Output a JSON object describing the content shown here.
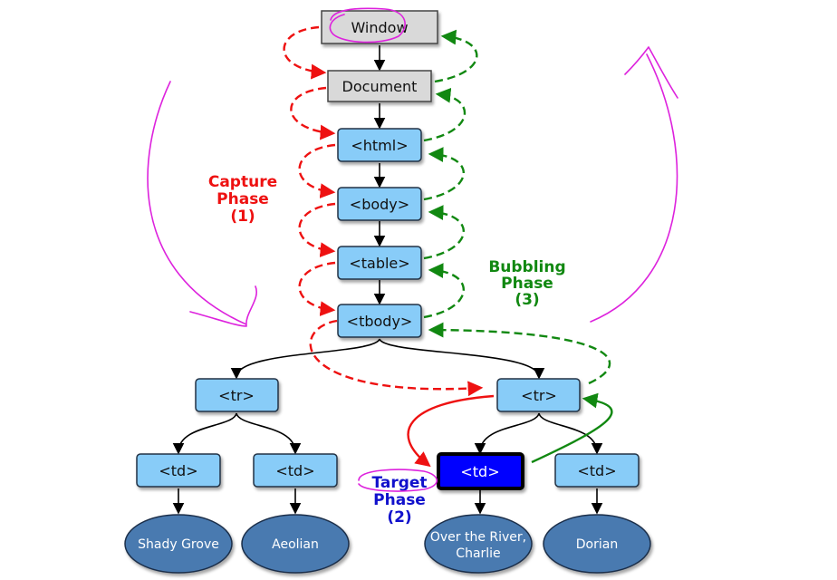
{
  "nodes": {
    "window": "Window",
    "document": "Document",
    "html": "<html>",
    "body": "<body>",
    "table": "<table>",
    "tbody": "<tbody>",
    "tr_left": "<tr>",
    "tr_right": "<tr>",
    "td_1": "<td>",
    "td_2": "<td>",
    "td_target": "<td>",
    "td_4": "<td>"
  },
  "leaves": {
    "leaf_1": "Shady Grove",
    "leaf_2": "Aeolian",
    "leaf_3_line1": "Over the River,",
    "leaf_3_line2": "Charlie",
    "leaf_4": "Dorian"
  },
  "phases": {
    "capture": {
      "line1": "Capture",
      "line2": "Phase",
      "line3": "(1)"
    },
    "target": {
      "line1": "Target",
      "line2": "Phase",
      "line3": "(2)"
    },
    "bubbling": {
      "line1": "Bubbling",
      "line2": "Phase",
      "line3": "(3)"
    }
  },
  "colors": {
    "gray_box": "#d9d9d9",
    "blue_box": "#88ccf8",
    "target_box": "#0000ff",
    "leaf_ellipse": "#4a7ab0",
    "capture": "#ee1111",
    "target": "#1111cc",
    "bubbling": "#118811",
    "annotation": "#dd22dd"
  }
}
